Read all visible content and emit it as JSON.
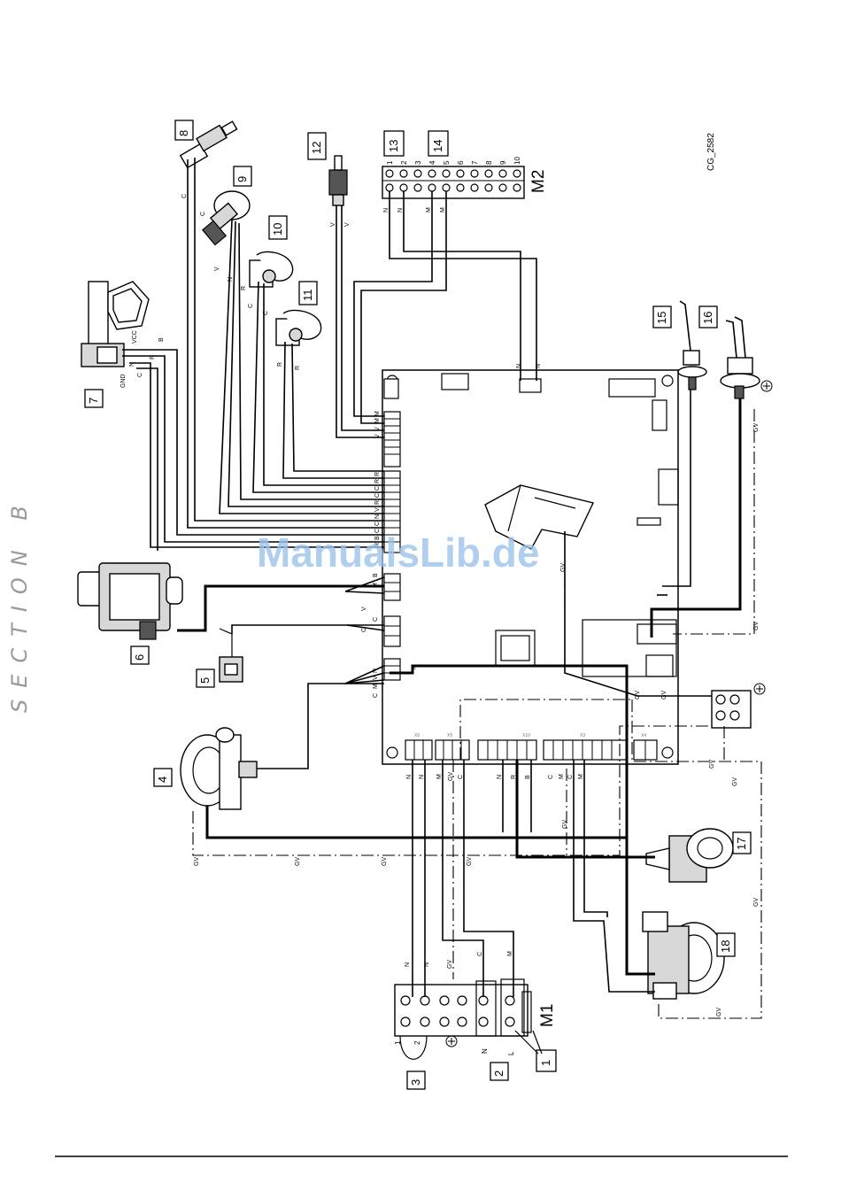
{
  "section_label": "SECTION B",
  "drawing_code": "CG_2582",
  "watermark": "ManualsLib.de",
  "terminal_blocks": {
    "m1": {
      "label": "M1",
      "left_numbers": [
        "1",
        "2"
      ],
      "mains_letters": [
        "N",
        "L"
      ]
    },
    "m2": {
      "label": "M2",
      "numbers": [
        "1",
        "2",
        "3",
        "4",
        "5",
        "6",
        "7",
        "8",
        "9",
        "10"
      ]
    }
  },
  "component_numbers": [
    "1",
    "2",
    "3",
    "4",
    "5",
    "6",
    "7",
    "8",
    "9",
    "10",
    "11",
    "12",
    "13",
    "14",
    "15",
    "16",
    "17",
    "18"
  ],
  "wire_labels": {
    "nr8": "C",
    "nr8b": "C",
    "nr9a": "V",
    "nr9b": "N",
    "nr9c": "R",
    "nr10": "C",
    "nr10b": "C",
    "nr11a": "R",
    "nr11b": "R",
    "nr12a": "V",
    "nr12b": "V",
    "m2a": "N",
    "m2b": "N",
    "m2c": "M",
    "m2d": "M",
    "s7a": "B",
    "s7b": "R",
    "s7c": "C",
    "s7vcc": "VCC",
    "s7n": "N",
    "s7gnd": "GND",
    "g6a": "V",
    "g6b": "M",
    "g6c": "B",
    "g5a": "C",
    "g5b": "C",
    "g4a": "C",
    "g4b": "M",
    "g4c": "V",
    "fan1": "N",
    "fan2": "M",
    "b1": "N",
    "b2": "N",
    "b3": "M",
    "b4": "GV",
    "b5": "C",
    "b6": "N",
    "b7": "R",
    "b8": "B",
    "b9": "C",
    "b10": "M",
    "b11": "C",
    "b12": "M",
    "m1n1": "N",
    "m1n2": "N",
    "m1gv": "GV",
    "m1c": "C",
    "m1m": "M",
    "brd1": "N",
    "brd2": "N",
    "gv": "GV",
    "conn_a": "R",
    "conn_b": "B",
    "conn_c": "C",
    "conn_d": "C",
    "conn_e": "N",
    "conn_f": "R",
    "conn_g": "V",
    "conn_h": "C",
    "conn_i": "C",
    "conn_j": "R",
    "conn_k": "R",
    "conn_v1": "V",
    "conn_v2": "V",
    "conn_m1": "M",
    "conn_m2": "M"
  }
}
